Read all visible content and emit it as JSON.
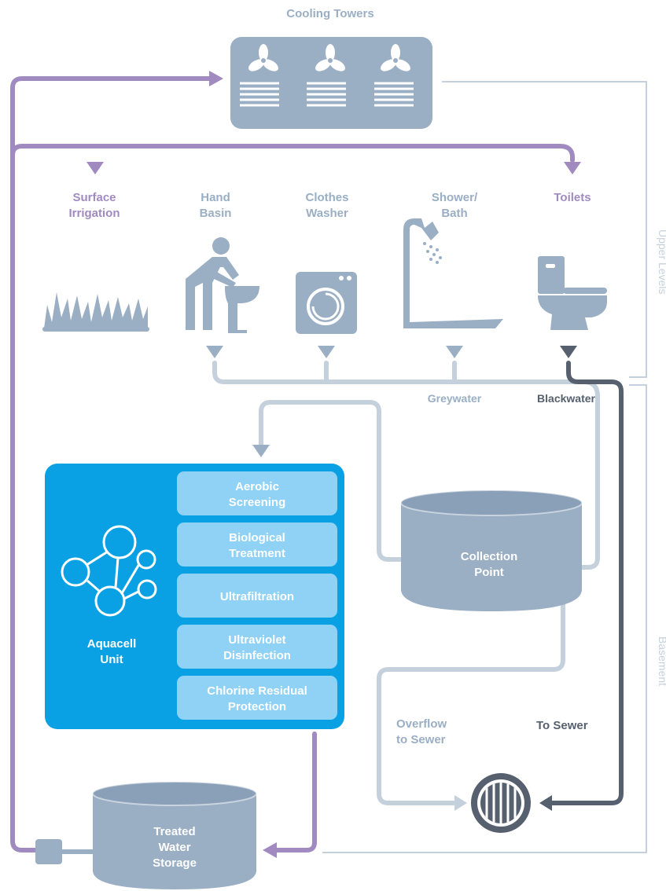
{
  "colors": {
    "grey_blue": "#9aaec4",
    "light_grey": "#c5d0dd",
    "purple": "#a08ac0",
    "dark_slate": "#56606e",
    "aquacell_blue": "#0aa1e4",
    "process_box": "#8fd2f5",
    "white": "#ffffff"
  },
  "labels": {
    "cooling_towers": "Cooling Towers",
    "surface_irrigation": [
      "Surface",
      "Irrigation"
    ],
    "hand_basin": [
      "Hand",
      "Basin"
    ],
    "clothes_washer": [
      "Clothes",
      "Washer"
    ],
    "shower_bath": [
      "Shower/",
      "Bath"
    ],
    "toilets": "Toilets",
    "greywater": "Greywater",
    "blackwater": "Blackwater",
    "collection_point": [
      "Collection",
      "Point"
    ],
    "aquacell_unit": [
      "Aquacell",
      "Unit"
    ],
    "overflow_to_sewer": [
      "Overflow",
      "to Sewer"
    ],
    "to_sewer": "To Sewer",
    "treated_water_storage": [
      "Treated",
      "Water",
      "Storage"
    ],
    "upper_levels": "Upper Levels",
    "basement": "Basement"
  },
  "process_steps": [
    [
      "Aerobic",
      "Screening"
    ],
    [
      "Biological",
      "Treatment"
    ],
    [
      "Ultrafiltration"
    ],
    [
      "Ultraviolet",
      "Disinfection"
    ],
    [
      "Chlorine Residual",
      "Protection"
    ]
  ],
  "icons": {
    "fan": "fan-icon",
    "grass": "grass-icon",
    "person_basin": "person-at-basin-icon",
    "washing_machine": "washing-machine-icon",
    "shower": "shower-icon",
    "toilet": "toilet-icon",
    "molecule": "molecule-icon",
    "drain": "drain-grate-icon",
    "valve": "valve-icon"
  }
}
